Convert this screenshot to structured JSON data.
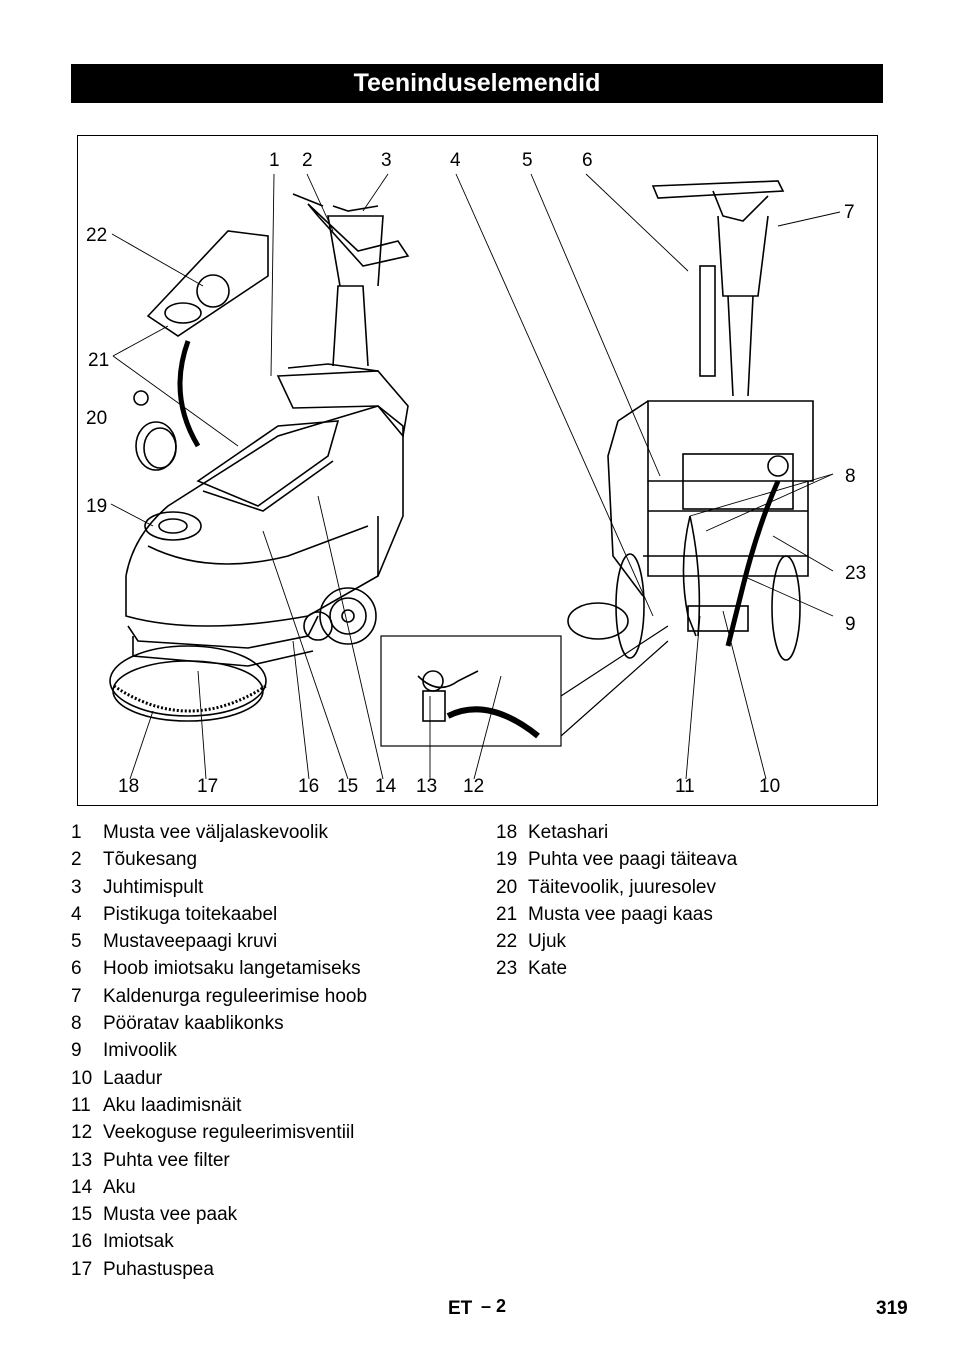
{
  "title": "Teeninduselemendid",
  "figure_callouts": {
    "n1": "1",
    "n2": "2",
    "n3": "3",
    "n4": "4",
    "n5": "5",
    "n6": "6",
    "n7": "7",
    "n8": "8",
    "n9": "9",
    "n10": "10",
    "n11": "11",
    "n12": "12",
    "n13": "13",
    "n14": "14",
    "n15": "15",
    "n16": "16",
    "n17": "17",
    "n18": "18",
    "n19": "19",
    "n20": "20",
    "n21": "21",
    "n22": "22",
    "n23": "23"
  },
  "legend_left": [
    {
      "num": "1",
      "text": "Musta vee väljalaskevoolik"
    },
    {
      "num": "2",
      "text": "Tõukesang"
    },
    {
      "num": "3",
      "text": "Juhtimispult"
    },
    {
      "num": "4",
      "text": "Pistikuga toitekaabel"
    },
    {
      "num": "5",
      "text": "Mustaveepaagi kruvi"
    },
    {
      "num": "6",
      "text": "Hoob imiotsaku langetamiseks"
    },
    {
      "num": "7",
      "text": "Kaldenurga reguleerimise hoob"
    },
    {
      "num": "8",
      "text": "Pööratav kaablikonks"
    },
    {
      "num": "9",
      "text": "Imivoolik"
    },
    {
      "num": "10",
      "text": "Laadur"
    },
    {
      "num": "11",
      "text": "Aku laadimisnäit"
    },
    {
      "num": "12",
      "text": "Veekoguse reguleerimisventiil"
    },
    {
      "num": "13",
      "text": "Puhta vee filter"
    },
    {
      "num": "14",
      "text": "Aku"
    },
    {
      "num": "15",
      "text": "Musta vee paak"
    },
    {
      "num": "16",
      "text": "Imiotsak"
    },
    {
      "num": "17",
      "text": "Puhastuspea"
    }
  ],
  "legend_right": [
    {
      "num": "18",
      "text": "Ketashari"
    },
    {
      "num": "19",
      "text": "Puhta vee paagi täiteava"
    },
    {
      "num": "20",
      "text": "Täitevoolik, juuresolev"
    },
    {
      "num": "21",
      "text": "Musta vee paagi kaas"
    },
    {
      "num": "22",
      "text": "Ujuk"
    },
    {
      "num": "23",
      "text": "Kate"
    }
  ],
  "footer": {
    "lang": "ET",
    "page_marker": "– 2",
    "page_number": "319"
  }
}
